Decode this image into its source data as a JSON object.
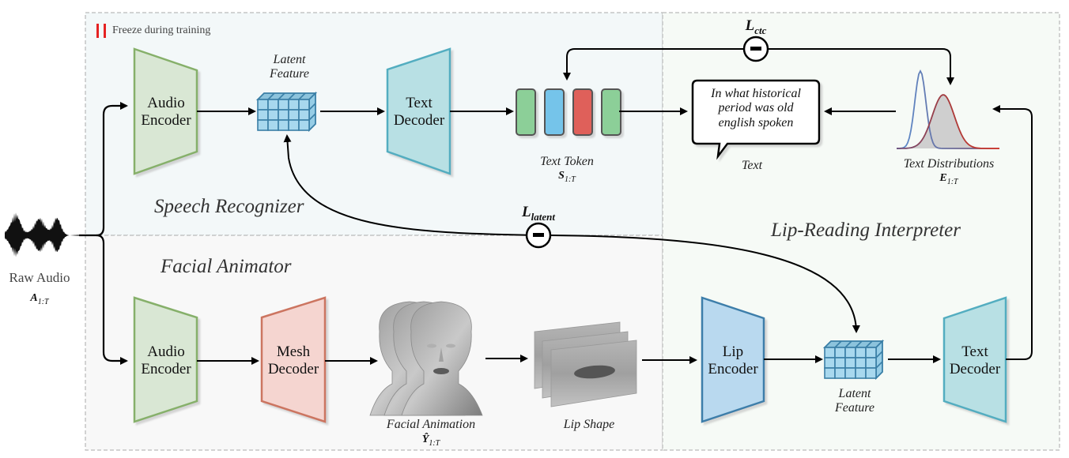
{
  "legend": {
    "label": "Freeze during training",
    "color": "#e52222"
  },
  "sections": {
    "speech_recognizer": "Speech Recognizer",
    "facial_animator": "Facial Animator",
    "lip_reading_interpreter": "Lip-Reading Interpreter"
  },
  "input": {
    "label": "Raw Audio",
    "symbol": "A",
    "subscript": "1:T"
  },
  "speech_recognizer": {
    "audio_encoder": [
      "Audio",
      "Encoder"
    ],
    "latent_feature": [
      "Latent",
      "Feature"
    ],
    "text_decoder": [
      "Text",
      "Decoder"
    ],
    "text_token": {
      "label": "Text Token",
      "symbol": "S",
      "subscript": "1:T",
      "token_colors": [
        "#8ccf98",
        "#74c4ea",
        "#df605a",
        "#8ccf98"
      ]
    }
  },
  "lip_reading": {
    "text": {
      "label": "Text",
      "content": [
        "In what historical",
        "period was old",
        "english spoken"
      ]
    },
    "distributions": {
      "label": "Text Distributions",
      "symbol": "E",
      "subscript": "1:T"
    },
    "lip_encoder": [
      "Lip",
      "Encoder"
    ],
    "latent_feature": [
      "Latent",
      "Feature"
    ],
    "text_decoder": [
      "Text",
      "Decoder"
    ]
  },
  "facial_animator": {
    "audio_encoder": [
      "Audio",
      "Encoder"
    ],
    "mesh_decoder": [
      "Mesh",
      "Decoder"
    ],
    "facial_animation": {
      "label": "Facial Animation",
      "symbol": "Ŷ",
      "subscript": "1:T"
    },
    "lip_shape": {
      "label": "Lip Shape"
    }
  },
  "losses": {
    "ctc": {
      "symbol": "L",
      "subscript": "ctc"
    },
    "latent": {
      "symbol": "L",
      "subscript": "latent"
    }
  },
  "colors": {
    "audio_encoder_fill": "#d9e7d4",
    "audio_encoder_stroke": "#86b06a",
    "text_decoder_fill": "#b8e0e4",
    "text_decoder_stroke": "#52adc0",
    "mesh_decoder_fill": "#f5d5d0",
    "mesh_decoder_stroke": "#cc7460",
    "lip_encoder_fill": "#b9d9ef",
    "lip_encoder_stroke": "#3e7eaa",
    "latent_fill": "#a8d8ee",
    "latent_stroke": "#3a7fa6",
    "speech_bg": "#f3f8f9",
    "facial_bg": "#f8f8f8",
    "lip_bg": "#f6faf6"
  }
}
